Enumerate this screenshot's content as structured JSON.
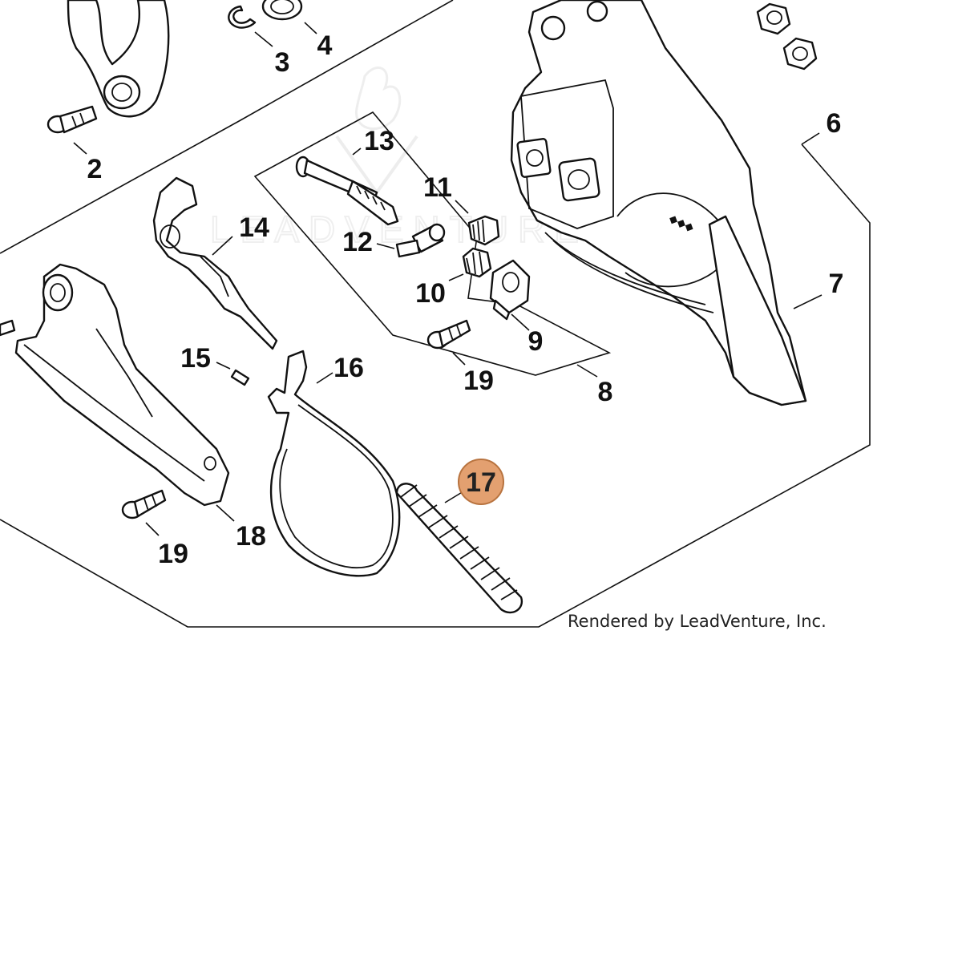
{
  "diagram": {
    "callouts": [
      {
        "id": "2",
        "label": "2"
      },
      {
        "id": "3",
        "label": "3"
      },
      {
        "id": "4",
        "label": "4"
      },
      {
        "id": "6",
        "label": "6"
      },
      {
        "id": "7",
        "label": "7"
      },
      {
        "id": "8",
        "label": "8"
      },
      {
        "id": "9",
        "label": "9"
      },
      {
        "id": "10",
        "label": "10"
      },
      {
        "id": "11",
        "label": "11"
      },
      {
        "id": "12",
        "label": "12"
      },
      {
        "id": "13",
        "label": "13"
      },
      {
        "id": "14",
        "label": "14"
      },
      {
        "id": "15",
        "label": "15"
      },
      {
        "id": "16",
        "label": "16"
      },
      {
        "id": "17",
        "label": "17"
      },
      {
        "id": "18",
        "label": "18"
      },
      {
        "id": "19a",
        "label": "19"
      },
      {
        "id": "19b",
        "label": "19"
      }
    ],
    "highlighted": "17",
    "highlight_color": "#E3A070",
    "highlight_border": "#B8733F",
    "credit": "Rendered by LeadVenture, Inc.",
    "watermark": "LEADVENTURE"
  }
}
